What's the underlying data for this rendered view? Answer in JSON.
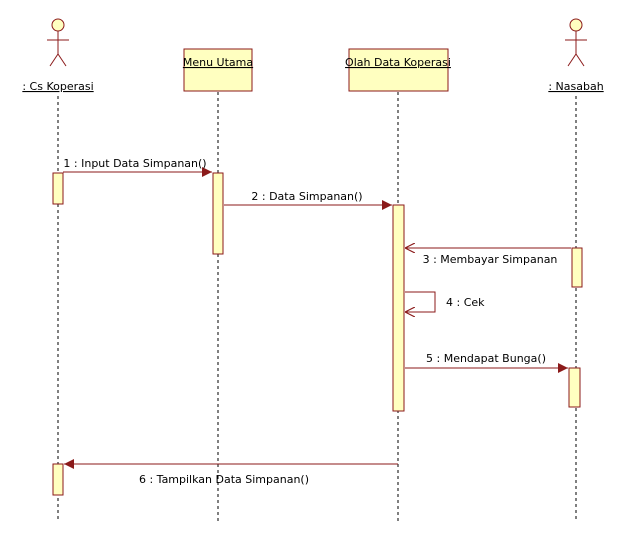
{
  "lifelines": [
    {
      "kind": "actor",
      "label": ": Cs Koperasi"
    },
    {
      "kind": "object",
      "label": "Menu Utama"
    },
    {
      "kind": "object",
      "label": "Olah Data Koperasi"
    },
    {
      "kind": "actor",
      "label": ": Nasabah"
    }
  ],
  "messages": [
    {
      "label": "1 : Input Data Simpanan()"
    },
    {
      "label": "2 : Data Simpanan()"
    },
    {
      "label": "3 : Membayar Simpanan"
    },
    {
      "label": "4 : Cek"
    },
    {
      "label": "5 : Mendapat Bunga()"
    },
    {
      "label": "6 : Tampilkan Data Simpanan()"
    }
  ],
  "colors": {
    "box_fill": "#ffffc0",
    "box_stroke": "#8b1a1a",
    "arrow": "#8b1a1a",
    "lifeline": "#000000"
  }
}
